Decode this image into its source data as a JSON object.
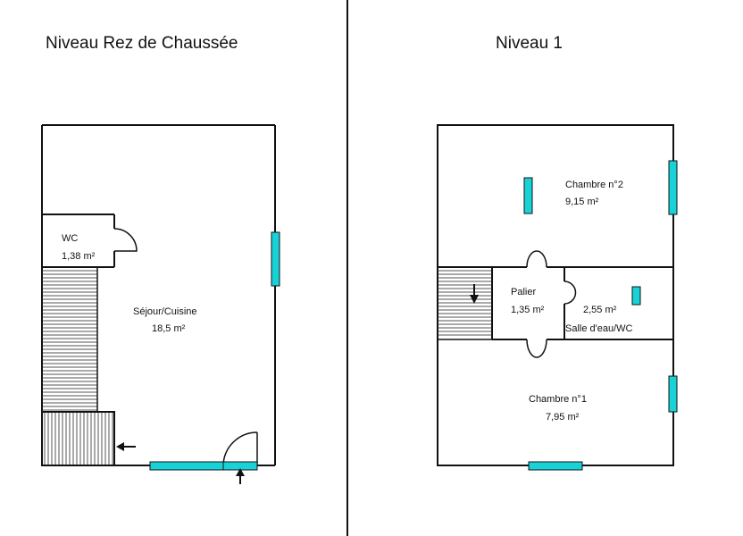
{
  "colors": {
    "window": "#19d2d8",
    "wall": "#111111",
    "stair_line": "#555555"
  },
  "left": {
    "title": "Niveau Rez de Chaussée",
    "wc_name": "WC",
    "wc_area": "1,38  m²",
    "sejour_name": "Séjour/Cuisine",
    "sejour_area": "18,5  m²"
  },
  "right": {
    "title": "Niveau 1",
    "chambre2_name": "Chambre n°2",
    "chambre2_area": "9,15  m²",
    "palier_name": "Palier",
    "palier_area": "1,35  m²",
    "sde_area": "2,55  m²",
    "sde_name": "Salle d'eau/WC",
    "chambre1_name": "Chambre n°1",
    "chambre1_area": "7,95  m²"
  }
}
